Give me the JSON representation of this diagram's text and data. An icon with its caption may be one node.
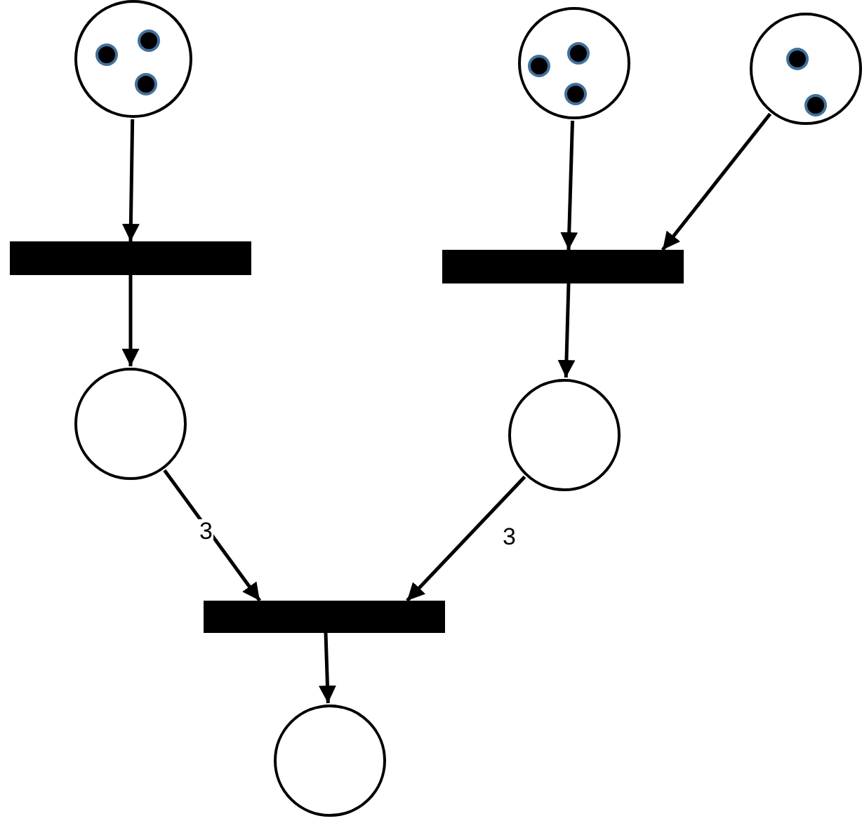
{
  "diagram": {
    "nodes": [
      {
        "text": [],
        "shape": "circle"
      },
      {
        "text": [],
        "shape": "circle"
      },
      {
        "text": [],
        "shape": "circle"
      },
      {
        "text": [],
        "shape": "bar"
      },
      {
        "text": [],
        "shape": "bar"
      },
      {
        "text": [],
        "shape": "circle"
      },
      {
        "text": [],
        "shape": "circle"
      },
      {
        "text": [],
        "shape": "bar"
      },
      {
        "text": [],
        "shape": "circle"
      }
    ],
    "edges": [
      {
        "from": 0,
        "to": 3,
        "arrow": "to"
      },
      {
        "from": 3,
        "to": 5,
        "arrow": "to"
      },
      {
        "from": 1,
        "to": 4,
        "arrow": "to"
      },
      {
        "from": 2,
        "to": 4,
        "arrow": "to"
      },
      {
        "from": 4,
        "to": 6,
        "arrow": "to"
      },
      {
        "from": 5,
        "to": 7,
        "arrow": "to",
        "label": "3"
      },
      {
        "from": 6,
        "to": 7,
        "arrow": "to",
        "label": "3"
      },
      {
        "from": 7,
        "to": 8,
        "arrow": "to"
      }
    ]
  }
}
